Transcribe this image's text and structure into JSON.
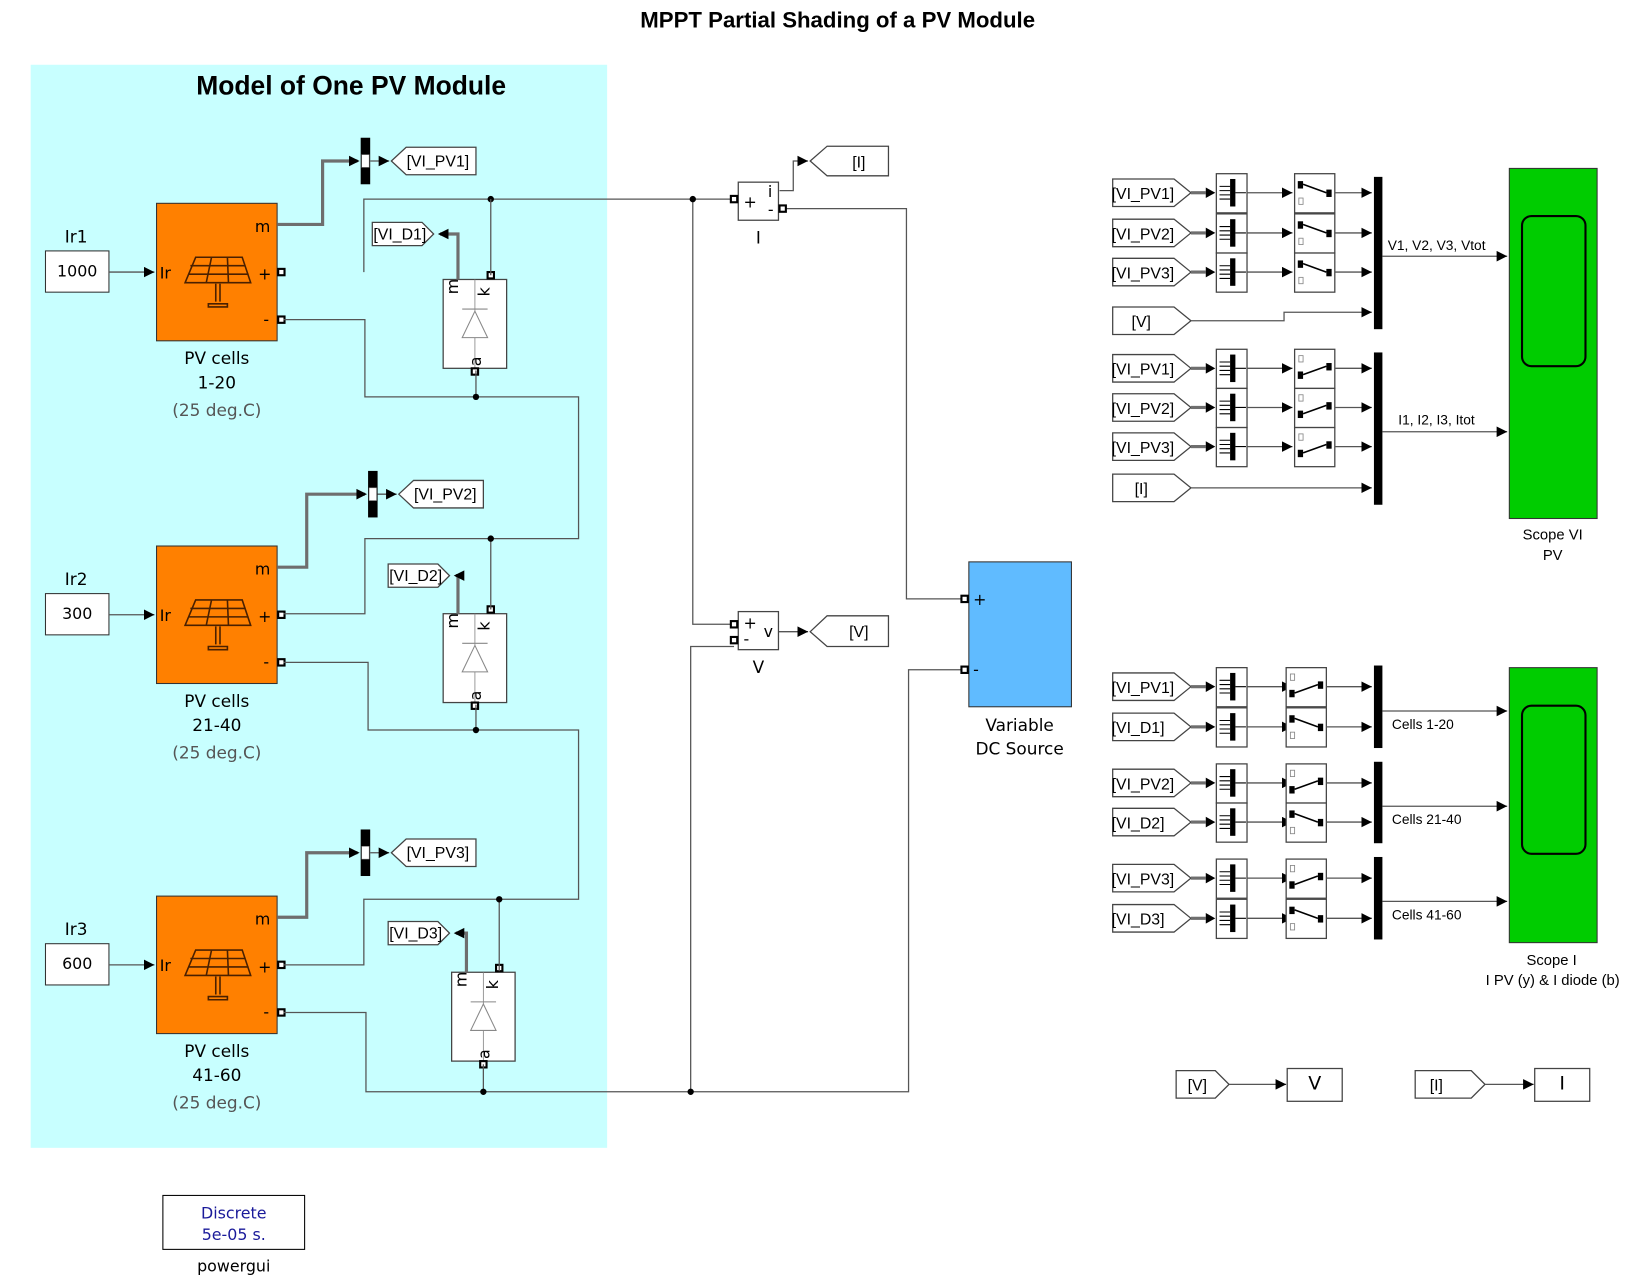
{
  "title": "MPPT Partial Shading of a PV Module",
  "colors": {
    "subsystem_area": "#c8ffff",
    "pv_block": "#ff8000",
    "dc_source": "#60bbff",
    "scope": "#00cc00",
    "powergui_text": "#1a1a9a"
  },
  "area": {
    "title": "Model of One PV Module"
  },
  "pv_strings": [
    {
      "irr_label": "Ir1",
      "irr_value": "1000",
      "name_line1": "PV cells",
      "name_line2": "1-20",
      "temp": "(25 deg.C)",
      "port_in": "Ir",
      "port_m": "m",
      "port_plus": "+",
      "port_minus": "-",
      "goto_pv": "[VI_PV1]",
      "goto_d": "[VI_D1]",
      "diode_m": "m",
      "diode_k": "k",
      "diode_a": "a",
      "icon": "solar-panel-icon"
    },
    {
      "irr_label": "Ir2",
      "irr_value": "300",
      "name_line1": "PV cells",
      "name_line2": "21-40",
      "temp": "(25 deg.C)",
      "port_in": "Ir",
      "port_m": "m",
      "port_plus": "+",
      "port_minus": "-",
      "goto_pv": "[VI_PV2]",
      "goto_d": "[VI_D2]",
      "diode_m": "m",
      "diode_k": "k",
      "diode_a": "a",
      "icon": "solar-panel-icon"
    },
    {
      "irr_label": "Ir3",
      "irr_value": "600",
      "name_line1": "PV cells",
      "name_line2": "41-60",
      "temp": "(25 deg.C)",
      "port_in": "Ir",
      "port_m": "m",
      "port_plus": "+",
      "port_minus": "-",
      "goto_pv": "[VI_PV3]",
      "goto_d": "[VI_D3]",
      "diode_m": "m",
      "diode_k": "k",
      "diode_a": "a",
      "icon": "solar-panel-icon"
    }
  ],
  "current_meas": {
    "name": "I",
    "port_plus": "+",
    "port_minus": "-",
    "port_out": "i",
    "goto": "[I]"
  },
  "voltage_meas": {
    "name": "V",
    "port_plus": "+",
    "port_minus": "-",
    "port_out": "v",
    "goto": "[V]"
  },
  "dc_source": {
    "name_line1": "Variable",
    "name_line2": "DC Source",
    "port_plus": "+",
    "port_minus": "-"
  },
  "scope_vi": {
    "name_line1": "Scope VI",
    "name_line2": "PV",
    "v_inputs": [
      "[VI_PV1]",
      "[VI_PV2]",
      "[VI_PV3]",
      "[V]"
    ],
    "v_signal": "V1, V2, V3, Vtot",
    "i_inputs": [
      "[VI_PV1]",
      "[VI_PV2]",
      "[VI_PV3]",
      "[I]"
    ],
    "i_signal": "I1, I2, I3, Itot"
  },
  "scope_i": {
    "name_line1": "Scope I",
    "name_line2": "I PV (y) & I diode (b)",
    "groups": [
      {
        "inputs": [
          "[VI_PV1]",
          "[VI_D1]"
        ],
        "signal": "Cells 1-20"
      },
      {
        "inputs": [
          "[VI_PV2]",
          "[VI_D2]"
        ],
        "signal": "Cells 21-40"
      },
      {
        "inputs": [
          "[VI_PV3]",
          "[VI_D3]"
        ],
        "signal": "Cells 41-60"
      }
    ]
  },
  "displays": [
    {
      "from": "[V]",
      "label": "V"
    },
    {
      "from": "[I]",
      "label": "I"
    }
  ],
  "powergui": {
    "line1": "Discrete",
    "line2": "5e-05 s.",
    "name": "powergui"
  }
}
